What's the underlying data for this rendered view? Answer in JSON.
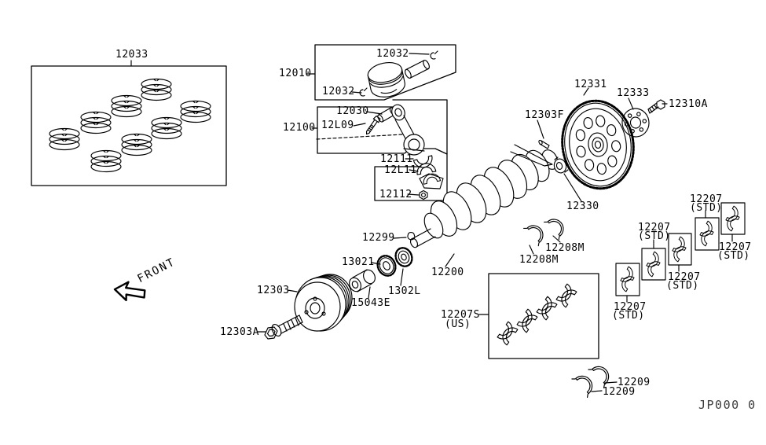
{
  "diagram": {
    "code": "JP000 0",
    "front_label": "FRONT",
    "background_color": "#ffffff",
    "line_color": "#000000"
  },
  "parts": {
    "piston_ring_set": "12033",
    "piston_assembly": "12010",
    "piston_pin_clip": "12032",
    "connecting_rod_assembly": "12100",
    "piston_pin": "12030",
    "connecting_rod_bolt": "12L09",
    "rod_bearing_upper": "12111",
    "rod_bearing_lower": "12L11",
    "rod_nut": "12112",
    "flywheel_ring_gear": "12331",
    "drive_plate": "12333",
    "flywheel_bolt": "12310A",
    "crankshaft_dowel_pin": "12303F",
    "pilot_bushing": "12330",
    "woodruff_key": "12299",
    "crankshaft_sprocket": "13021",
    "crankshaft_rotor": "1302L",
    "collar": "15043E",
    "crankshaft": "12200",
    "crankshaft_pulley": "12303",
    "pulley_bolt": "12303A",
    "thrust_washer": "12208M",
    "main_bearing_set": "12207S",
    "main_bearing_set_market": "(US)",
    "main_bearing": "12207",
    "main_bearing_grade": "(STD)",
    "rear_thrust_washer": "12209"
  }
}
